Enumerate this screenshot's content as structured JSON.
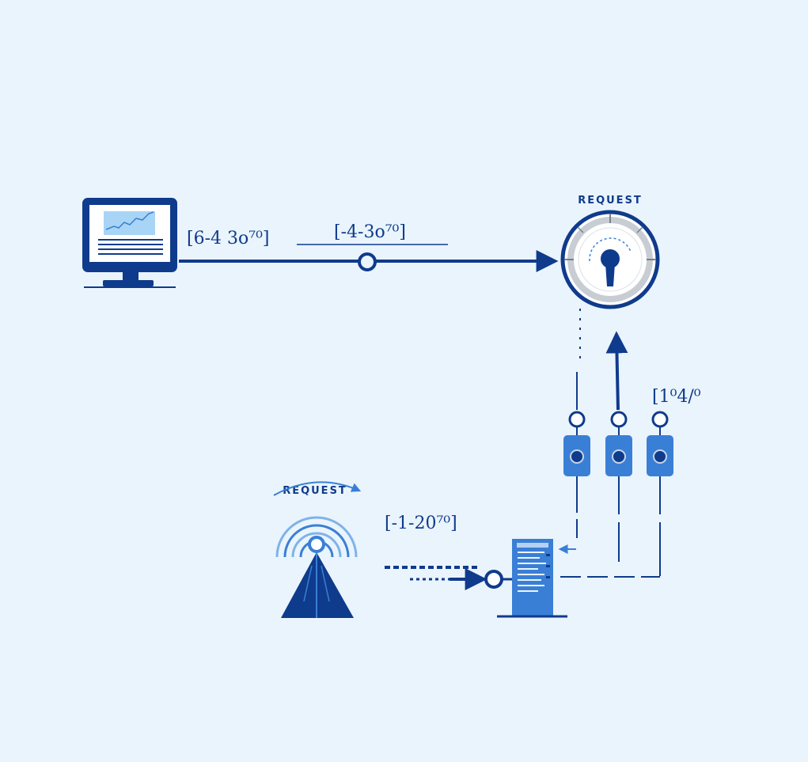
{
  "colors": {
    "background": "#eaf4fc",
    "primary": "#0f3b8c",
    "accent": "#3a7fd6",
    "light_accent": "#7fb3e8",
    "screen": "#a8d4f5",
    "gray": "#b9bec6"
  },
  "labels": {
    "computer_link": "[6-4 3o⁷⁰]",
    "top_line": "[-4-3o⁷⁰]",
    "gauge_caption": "REQUEST",
    "sensor_side": "[1⁰4/⁰",
    "antenna_caption": "REQUEST",
    "antenna_link": "[-1-20⁷⁰]"
  },
  "icons": {
    "computer": "monitor-icon",
    "gauge": "gauge-lock-icon",
    "antenna": "antenna-tower-icon",
    "server": "server-icon",
    "sensor": "sensor-node-icon"
  }
}
